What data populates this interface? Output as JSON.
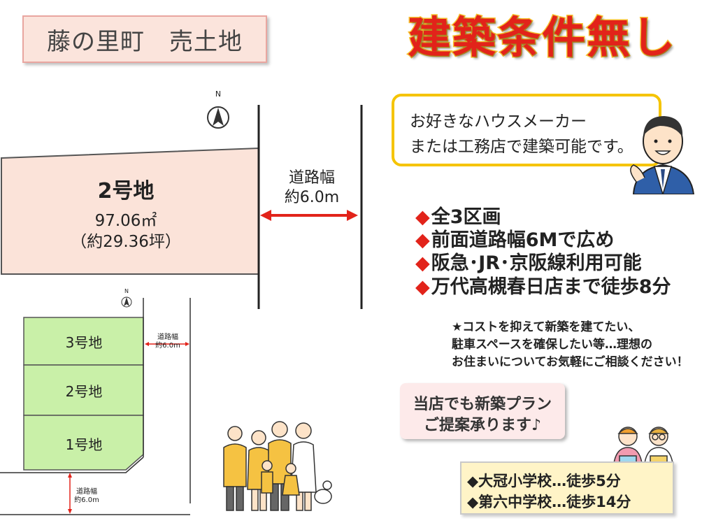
{
  "header": {
    "title": "藤の里町　売土地",
    "headline": "建築条件無し"
  },
  "north": "N",
  "site_plan": {
    "lot": "2号地",
    "area": "97.06㎡",
    "tsubo": "（約29.36坪）",
    "road_label_1": "道路幅",
    "road_label_2": "約6.0m"
  },
  "overview_plan": {
    "lots": [
      "3号地",
      "2号地",
      "1号地"
    ],
    "road_side_1": "道路幅",
    "road_side_2": "約6.0m",
    "road_bottom_1": "道路幅",
    "road_bottom_2": "約6.0m"
  },
  "bubble": {
    "line1": "お好きなハウスメーカー",
    "line2": "または工務店で建築可能です。"
  },
  "features": [
    "全3区画",
    "前面道路幅6Mで広め",
    "阪急･JR･京阪線利用可能",
    "万代高槻春日店まで徒歩8分"
  ],
  "note": {
    "line1": "★コストを抑えて新築を建てたい、",
    "line2": "駐車スペースを確保したい等…理想の",
    "line3": "お住まいについてお気軽にご相談ください！"
  },
  "plan_box": {
    "line1": "当店でも新築プラン",
    "line2": "ご提案承ります♪"
  },
  "schools": [
    "◆大冠小学校…徒歩5分",
    "◆第六中学校…徒歩14分"
  ],
  "colors": {
    "headline": "#e2231a",
    "headline_outline": "#f7c230",
    "lot_fill": "#fbe3d9",
    "small_lot_fill": "#c9f0a8",
    "road_arrow": "#e2231a",
    "bullet": "#e2231a",
    "bubble_border": "#f5c400"
  },
  "icons": {
    "compass": "north-arrow-icon",
    "feature_bullet": "red-diamond-icon",
    "businessman": "businessman-illustration",
    "family": "family-illustration",
    "children": "children-studying-illustration"
  }
}
